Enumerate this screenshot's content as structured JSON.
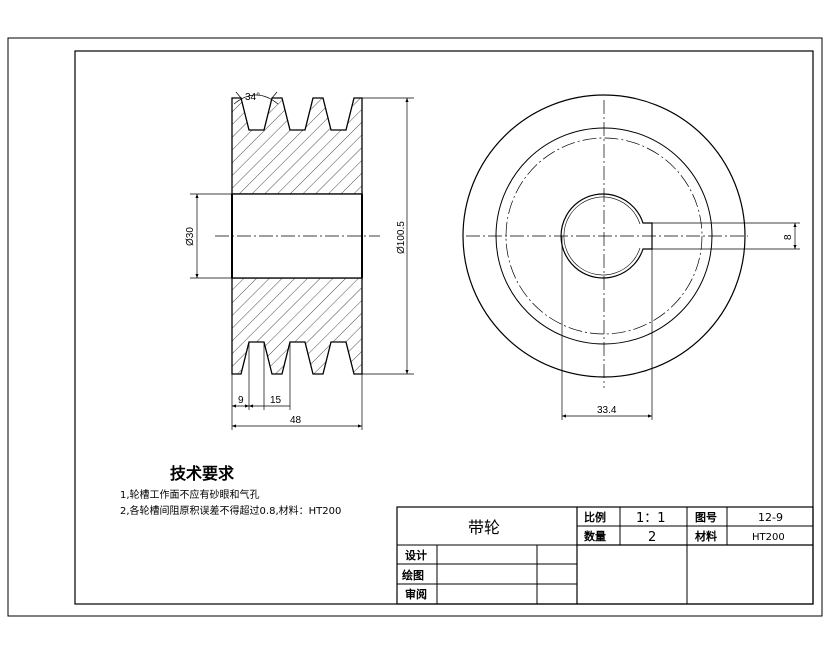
{
  "dimensions": {
    "groove_angle": "34°",
    "bore_dia": "Ø30",
    "outer_dia": "Ø100.5",
    "first_groove_offset": "9",
    "groove_pitch": "15",
    "width": "48",
    "keyway_depth": "33.4",
    "keyway_width": "8"
  },
  "notes": {
    "heading": "技术要求",
    "line1": "1,轮槽工作面不应有砂眼和气孔",
    "line2": "2,各轮槽间阻原积误差不得超过0.8,材料：HT200"
  },
  "title_block": {
    "part_name": "带轮",
    "scale_label": "比例",
    "scale_value": "1：1",
    "drawing_no_label": "图号",
    "drawing_no_value": "12-9",
    "quantity_label": "数量",
    "quantity_value": "2",
    "material_label": "材料",
    "material_value": "HT200",
    "design_label": "设计",
    "draw_label": "绘图",
    "review_label": "审阅"
  }
}
